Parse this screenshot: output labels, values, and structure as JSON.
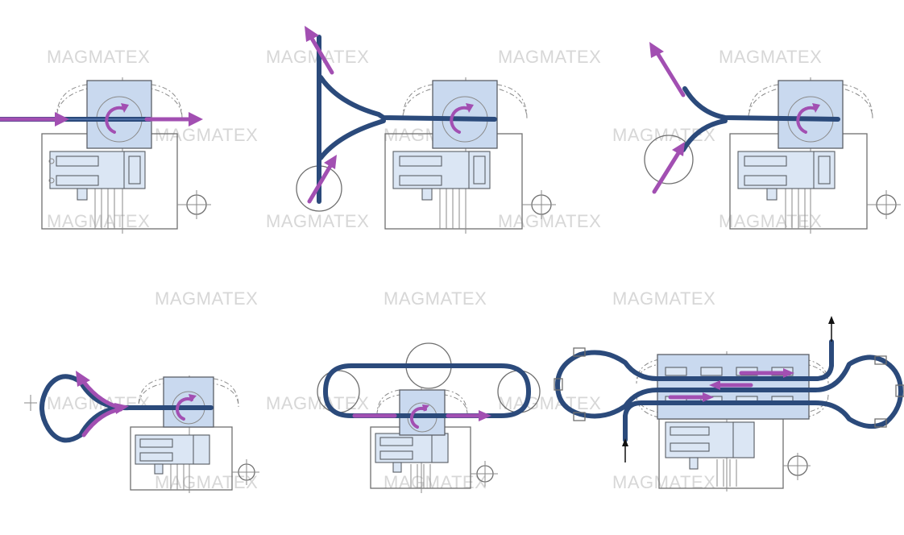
{
  "watermark": "MAGMATEX",
  "colors": {
    "strip": "#2b4a7b",
    "flow": "#a24fb2",
    "machine_fill": "#c9d9ef",
    "watermark": "#d7d7d7"
  },
  "icons": [
    "rotation-arrow-icon",
    "flow-arrow-icon",
    "direction-arrow-icon"
  ],
  "diagrams": [
    {
      "name": "straight-pass-through"
    },
    {
      "name": "y-split-vertical"
    },
    {
      "name": "y-split-angled"
    },
    {
      "name": "teardrop-loop"
    },
    {
      "name": "racetrack-loop"
    },
    {
      "name": "double-loop"
    }
  ]
}
